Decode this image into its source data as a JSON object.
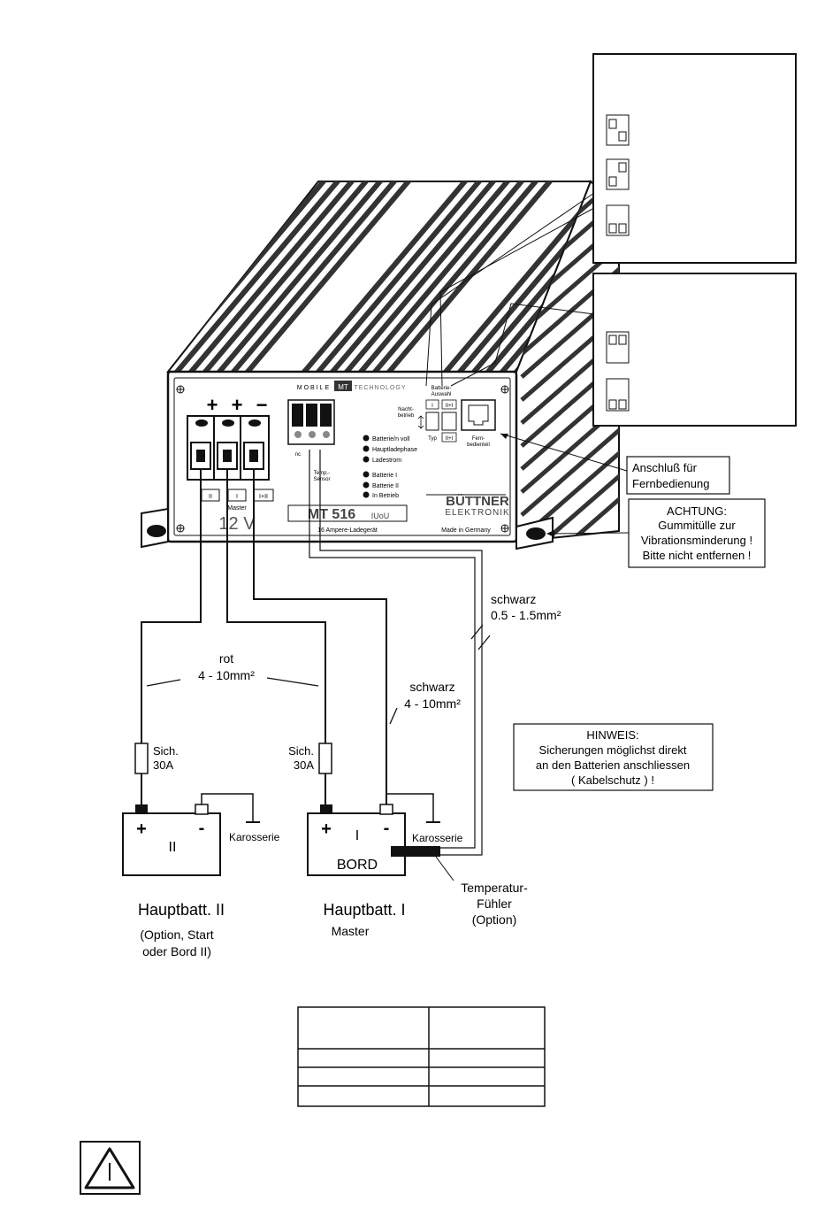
{
  "device": {
    "brand_top": "MOBILE",
    "brand_logo": "MT",
    "brand_top2": "TECHNOLOGY",
    "model": "MT 516",
    "model_suffix": "IUoU",
    "subtitle": "16 Ampere-Ladegerät",
    "voltage": "12 V",
    "made_in": "Made in Germany",
    "manufacturer_line1": "BÜTTNER",
    "manufacturer_line2": "ELEKTRONIK",
    "terminal_signs": [
      "+",
      "+",
      "−"
    ],
    "terminal_labels": [
      "II",
      "I",
      "I+II"
    ],
    "master_label": "Master",
    "nc_label": "nc",
    "temp_sensor_label": [
      "Temp.-",
      "Sensor"
    ],
    "leds_group1": [
      "Batterie/n voll",
      "Hauptladephase",
      "Ladestrom"
    ],
    "leds_group2": [
      "Batterie I",
      "Batterie II",
      "In Betrieb"
    ],
    "batterie_auswahl": [
      "Batterie-",
      "Auswahl"
    ],
    "nachtbetrieb": [
      "Nacht-",
      "betrieb"
    ],
    "switch_labels": [
      "I",
      "II+I"
    ],
    "typ_label": "Typ",
    "fernbedienteil": [
      "Fern-",
      "bedienteil"
    ]
  },
  "callouts": {
    "remote": [
      "Anschluß für",
      "Fernbedienung"
    ],
    "warning": [
      "ACHTUNG:",
      "Gummitülle zur",
      "Vibrationsminderung !",
      "Bitte nicht entfernen !"
    ],
    "hint": [
      "HINWEIS:",
      "Sicherungen möglichst direkt",
      "an den Batterien anschliessen",
      "( Kabelschutz ) !"
    ]
  },
  "wires": {
    "red": [
      "rot",
      "4 - 10mm²"
    ],
    "black_main": [
      "schwarz",
      "4 - 10mm²"
    ],
    "black_sensor": [
      "schwarz",
      "0.5 - 1.5mm²"
    ]
  },
  "fuses": [
    {
      "label": [
        "Sich.",
        "30A"
      ]
    },
    {
      "label": [
        "Sich.",
        "30A"
      ]
    }
  ],
  "batteries": [
    {
      "plus": "+",
      "minus": "-",
      "name": "II",
      "ground": "Karosserie",
      "caption": "Hauptbatt.  II",
      "sub": [
        "(Option, Start",
        "oder Bord  II)"
      ]
    },
    {
      "plus": "+",
      "minus": "-",
      "name": "I",
      "name2": "BORD",
      "ground": "Karosserie",
      "caption": "Hauptbatt.  I",
      "sub": [
        "Master"
      ]
    }
  ],
  "temp_sensor": [
    "Temperatur-",
    "Fühler",
    "(Option)"
  ]
}
